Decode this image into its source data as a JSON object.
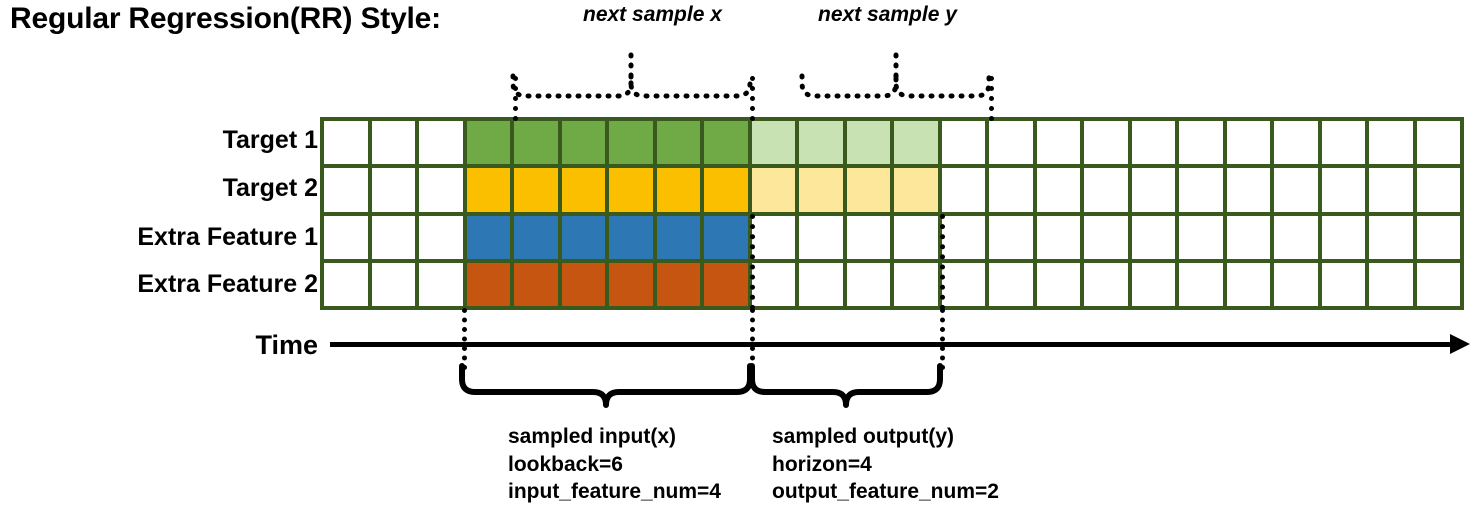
{
  "title": "Regular Regression(RR) Style:",
  "rows": [
    {
      "label": "Target 1",
      "color": "#6faa46",
      "faded": "#c8e2b3"
    },
    {
      "label": "Target 2",
      "color": "#fcbf00",
      "faded": "#fde79a"
    },
    {
      "label": "Extra Feature 1",
      "color": "#2e77b5",
      "faded": null
    },
    {
      "label": "Extra Feature 2",
      "color": "#c55511",
      "faded": null
    }
  ],
  "grid": {
    "columns": 24,
    "rows": 4,
    "border_color": "#3a5a1d",
    "empty_color": "#ffffff",
    "lead_blank_columns": 3,
    "input_columns": 6,
    "output_columns": 4,
    "fills": [
      [
        "#ffffff",
        "#ffffff",
        "#ffffff",
        "#6faa46",
        "#6faa46",
        "#6faa46",
        "#6faa46",
        "#6faa46",
        "#6faa46",
        "#c8e2b3",
        "#c8e2b3",
        "#c8e2b3",
        "#c8e2b3",
        "#ffffff",
        "#ffffff",
        "#ffffff",
        "#ffffff",
        "#ffffff",
        "#ffffff",
        "#ffffff",
        "#ffffff",
        "#ffffff",
        "#ffffff",
        "#ffffff"
      ],
      [
        "#ffffff",
        "#ffffff",
        "#ffffff",
        "#fcbf00",
        "#fcbf00",
        "#fcbf00",
        "#fcbf00",
        "#fcbf00",
        "#fcbf00",
        "#fde79a",
        "#fde79a",
        "#fde79a",
        "#fde79a",
        "#ffffff",
        "#ffffff",
        "#ffffff",
        "#ffffff",
        "#ffffff",
        "#ffffff",
        "#ffffff",
        "#ffffff",
        "#ffffff",
        "#ffffff",
        "#ffffff"
      ],
      [
        "#ffffff",
        "#ffffff",
        "#ffffff",
        "#2e77b5",
        "#2e77b5",
        "#2e77b5",
        "#2e77b5",
        "#2e77b5",
        "#2e77b5",
        "#ffffff",
        "#ffffff",
        "#ffffff",
        "#ffffff",
        "#ffffff",
        "#ffffff",
        "#ffffff",
        "#ffffff",
        "#ffffff",
        "#ffffff",
        "#ffffff",
        "#ffffff",
        "#ffffff",
        "#ffffff",
        "#ffffff"
      ],
      [
        "#ffffff",
        "#ffffff",
        "#ffffff",
        "#c55511",
        "#c55511",
        "#c55511",
        "#c55511",
        "#c55511",
        "#c55511",
        "#ffffff",
        "#ffffff",
        "#ffffff",
        "#ffffff",
        "#ffffff",
        "#ffffff",
        "#ffffff",
        "#ffffff",
        "#ffffff",
        "#ffffff",
        "#ffffff",
        "#ffffff",
        "#ffffff",
        "#ffffff",
        "#ffffff"
      ]
    ]
  },
  "axis": {
    "label": "Time"
  },
  "top_braces": [
    {
      "label": "next sample x"
    },
    {
      "label": "next sample y"
    }
  ],
  "bottom_braces": [
    {
      "line1": "sampled input(x)",
      "line2": "lookback=6",
      "line3": "input_feature_num=4"
    },
    {
      "line1": "sampled output(y)",
      "line2": "horizon=4",
      "line3": "output_feature_num=2"
    }
  ]
}
